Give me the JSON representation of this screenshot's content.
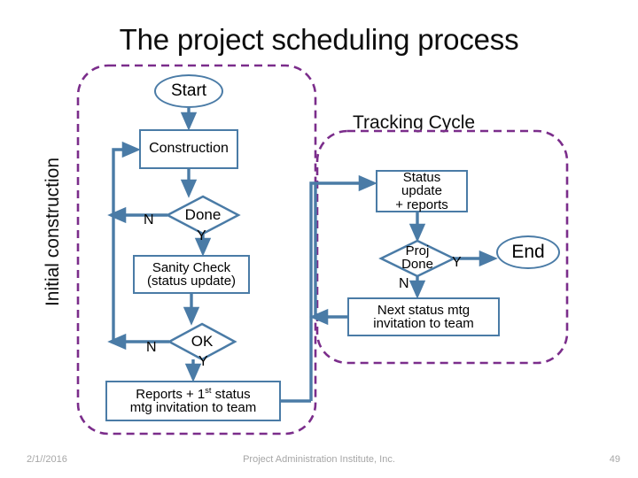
{
  "slide": {
    "title": "The project scheduling process",
    "groups": {
      "initial_construction_label": "Initial construction",
      "tracking_cycle_label": "Tracking Cycle"
    },
    "colors": {
      "flow_blue": "#4a7ba6",
      "group_purple": "#7b2d8b",
      "title_black": "#0d0d0d",
      "footer_gray": "#a6a6a6",
      "background": "#ffffff"
    }
  },
  "flowchart": {
    "nodes": [
      {
        "id": "start",
        "shape": "ellipse",
        "label": "Start"
      },
      {
        "id": "construction",
        "shape": "rect",
        "label": "Construction"
      },
      {
        "id": "done",
        "shape": "diamond",
        "label": "Done"
      },
      {
        "id": "sanity",
        "shape": "rect",
        "line1": "Sanity Check",
        "line2": "(status update)"
      },
      {
        "id": "ok",
        "shape": "diamond",
        "label": "OK"
      },
      {
        "id": "reports",
        "shape": "rect",
        "line1_a": "Reports + 1",
        "line1_sup": "st",
        "line1_b": " status",
        "line2": "mtg invitation to team"
      },
      {
        "id": "status_update",
        "shape": "rect",
        "line1": "Status",
        "line2": "update",
        "line3": "+ reports"
      },
      {
        "id": "proj_done",
        "shape": "diamond",
        "line1": "Proj",
        "line2": "Done"
      },
      {
        "id": "end",
        "shape": "ellipse",
        "label": "End"
      },
      {
        "id": "next_status",
        "shape": "rect",
        "line1": "Next status mtg",
        "line2": "invitation to team"
      }
    ],
    "branch_labels": {
      "done_no": "N",
      "done_yes": "Y",
      "ok_no": "N",
      "ok_yes": "Y",
      "proj_done_yes": "Y",
      "proj_done_no": "N"
    }
  },
  "footer": {
    "date": "2/1//2016",
    "center": "Project Administration Institute, Inc.",
    "page": "49"
  }
}
